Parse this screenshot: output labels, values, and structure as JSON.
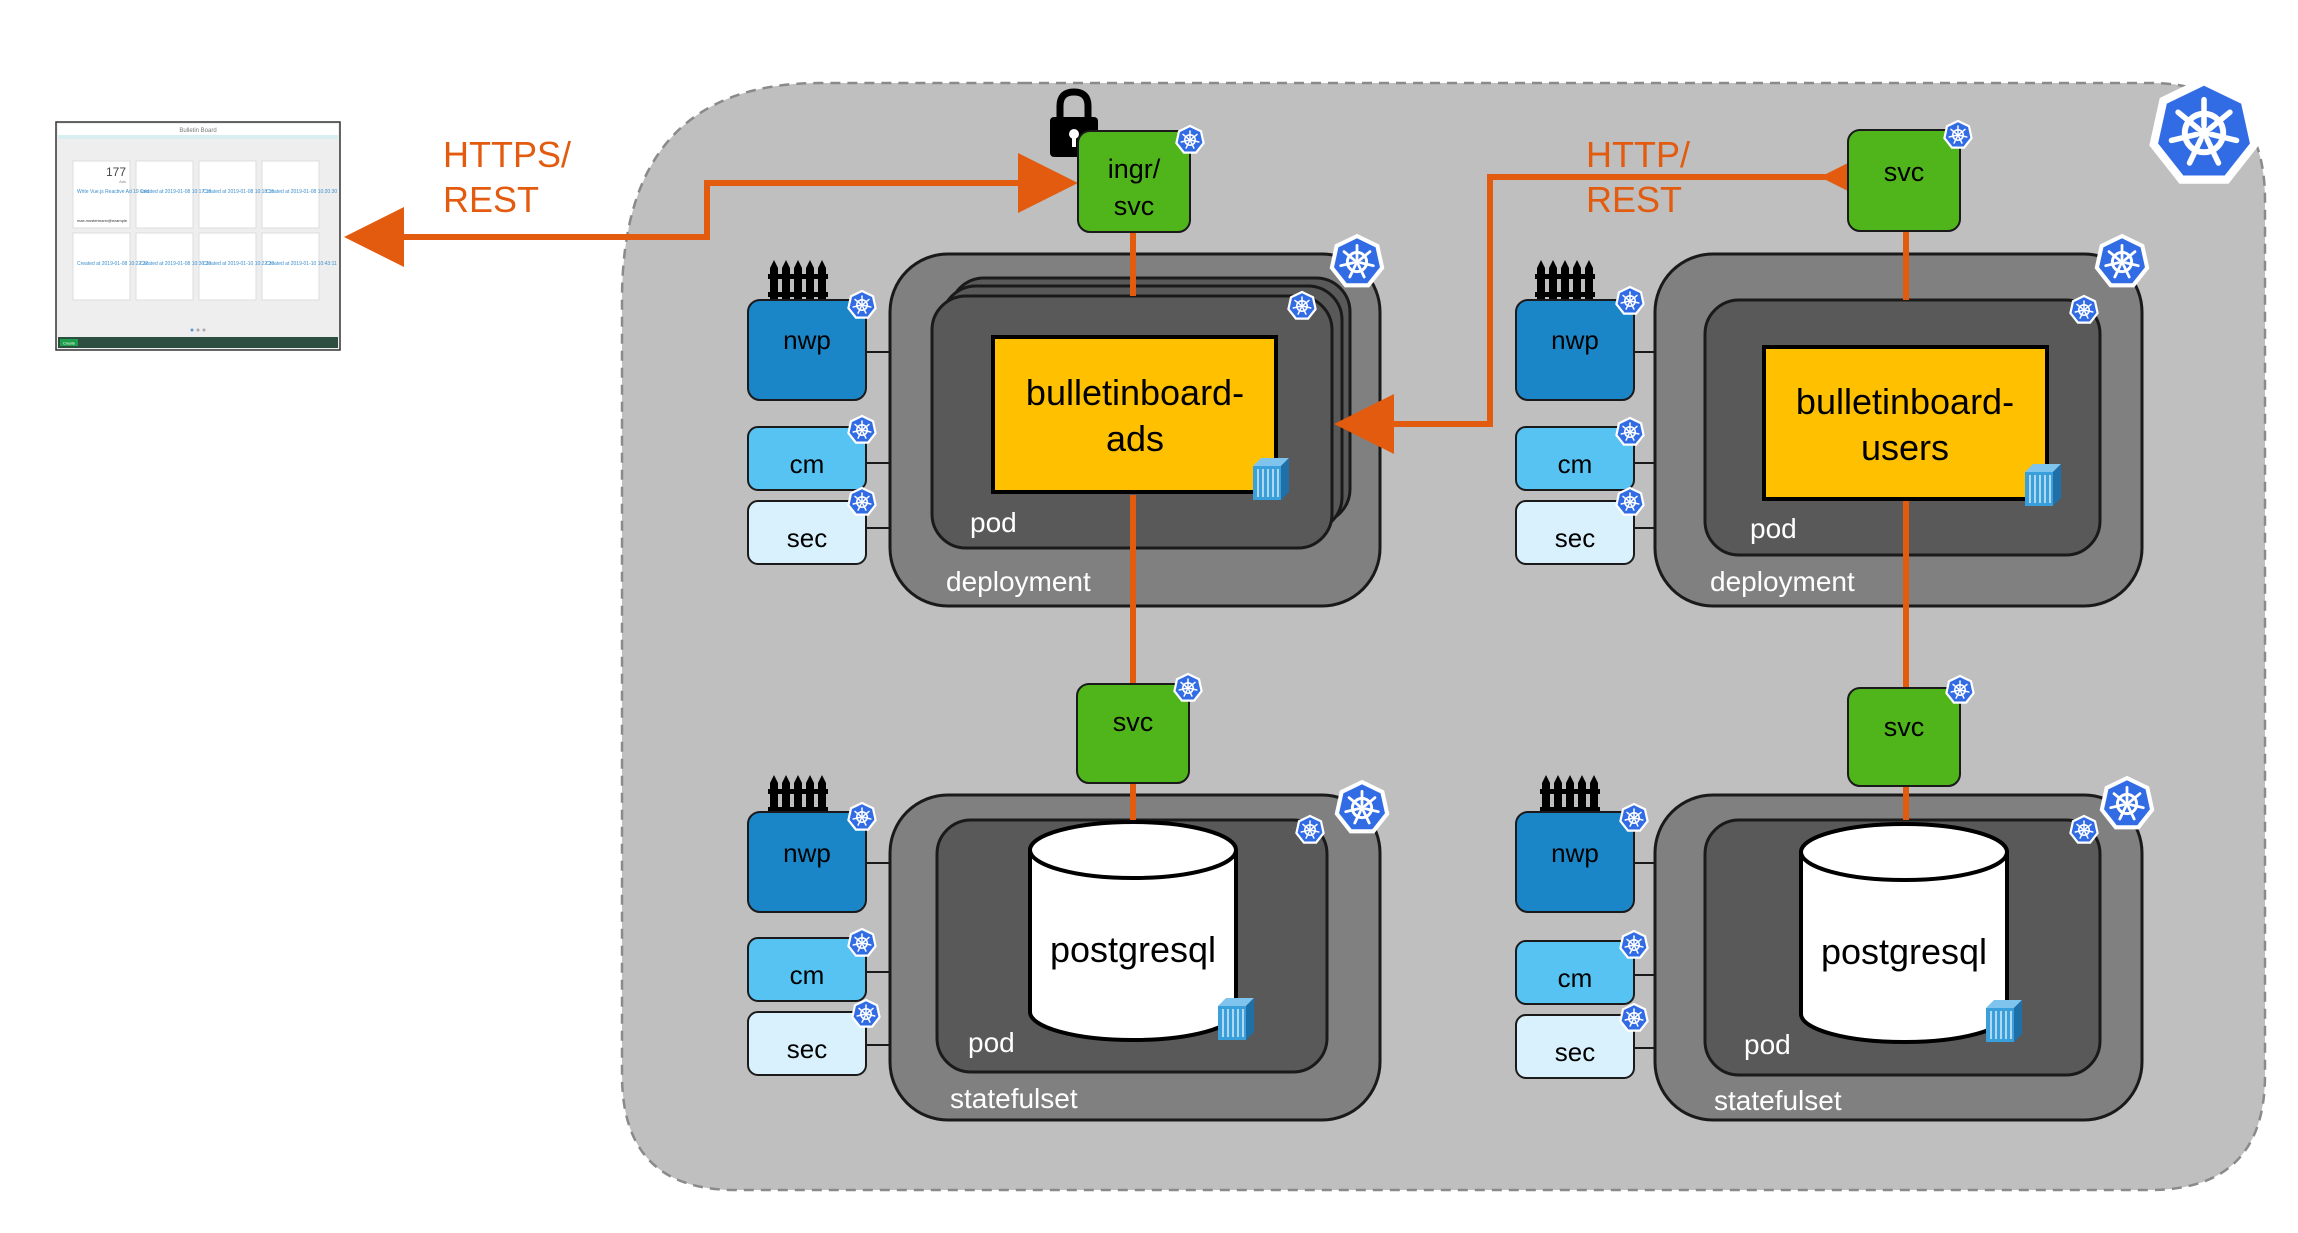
{
  "app": {
    "title": "Bulletin Board",
    "count": "177",
    "count_label": "Ads",
    "tile_texts": [
      "Write Vue.js Reactive Ad 19 sold",
      "Created at 2019-01-08 10:17:18",
      "Created at 2019-01-08 10:18:15",
      "Created at 2019-01-08 10:20:30",
      "Created at 2019-01-08 10:22:22",
      "Created at 2019-01-08 10:36:20",
      "Created at 2019-01-10 10:22:20",
      "Created at 2019-01-10 10:43:11"
    ],
    "email": "max.mustermann@example",
    "bottom_button": "Create"
  },
  "edges": {
    "external": "HTTPS/\nREST",
    "internal": "HTTP/\nREST"
  },
  "nodes": {
    "ingress": "ingr/\nsvc",
    "svc_users": "svc",
    "svc_ads_db": "svc",
    "svc_users_db": "svc",
    "ads_app": "bulletinboard-\nads",
    "users_app": "bulletinboard-\nusers",
    "db_ads": "postgresql",
    "db_users": "postgresql",
    "nwp": "nwp",
    "cm": "cm",
    "sec": "sec",
    "pod": "pod",
    "deployment": "deployment",
    "statefulset": "statefulset"
  },
  "colors": {
    "edge": "#e25b0f",
    "edge_label": "#e25b0f",
    "cluster": "#bfbfbf",
    "workload": "#808080",
    "pod": "#595959",
    "app": "#ffc000",
    "svc": "#4fb51b",
    "nwp": "#1a86c8",
    "cm": "#56c3f3",
    "sec": "#d9f1fc",
    "k8s": "#326ce5"
  },
  "icons": [
    "kubernetes-icon",
    "lock-icon",
    "fence-icon",
    "container-icon",
    "database-icon"
  ]
}
